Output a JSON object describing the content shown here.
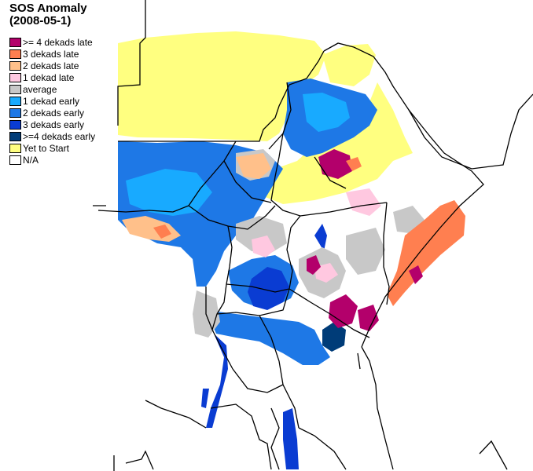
{
  "title": {
    "line1": "SOS Anomaly",
    "line2": "(2008-05-1)"
  },
  "legend": [
    {
      "label": ">= 4 dekads late",
      "color": "#b3006b"
    },
    {
      "label": "3 dekads late",
      "color": "#ff7f50"
    },
    {
      "label": "2 dekads late",
      "color": "#ffc08a"
    },
    {
      "label": "1 dekad late",
      "color": "#ffc8e0"
    },
    {
      "label": " average",
      "color": "#c8c8c8"
    },
    {
      "label": "1 dekad early",
      "color": "#18aaff"
    },
    {
      "label": "2 dekads early",
      "color": "#1e78e6"
    },
    {
      "label": "3 dekads early",
      "color": "#0a3cd2"
    },
    {
      "label": ">=4 dekads early",
      "color": "#003c78"
    },
    {
      "label": "Yet to Start",
      "color": "#ffff80"
    },
    {
      "label": "N/A",
      "color": "#ffffff"
    }
  ]
}
